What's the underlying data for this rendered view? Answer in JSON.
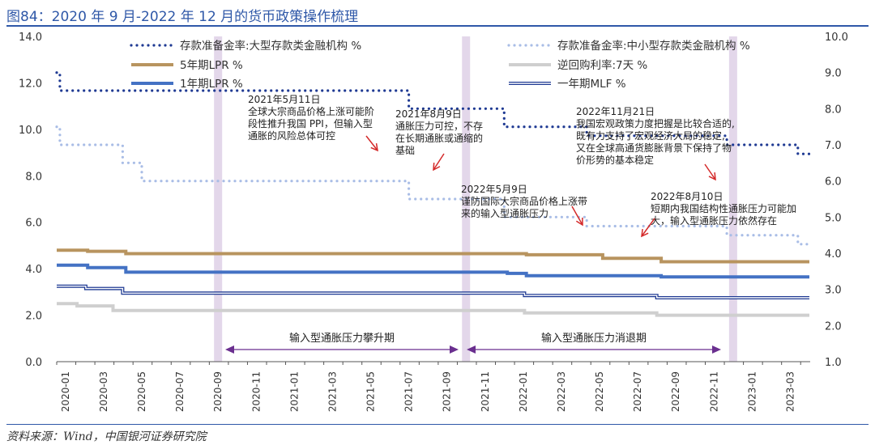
{
  "figure": {
    "title": "图84：2020 年 9 月-2022 年 12 月的货币政策操作梳理",
    "source": "资料来源：Wind，中国银河证券研究院"
  },
  "colors": {
    "rrr_large": "#1f3a93",
    "rrr_small": "#a9bde6",
    "lpr5": "#b8945f",
    "repo7": "#cfcfcf",
    "lpr1": "#4472c4",
    "mlf_outer": "#1f3a93",
    "band": "#e3d7ea",
    "arrow_red": "#d42a2a",
    "arrow_purple": "#6a2f8f",
    "rule": "#2f58a8"
  },
  "chart_data": {
    "type": "line",
    "x_tick_labels": [
      "2020-01",
      "2020-03",
      "2020-05",
      "2020-07",
      "2020-09",
      "2020-11",
      "2021-01",
      "2021-03",
      "2021-05",
      "2021-07",
      "2021-09",
      "2021-11",
      "2022-01",
      "2022-03",
      "2022-05",
      "2022-07",
      "2022-09",
      "2022-11",
      "2023-01",
      "2023-03"
    ],
    "x_range": [
      "2020-01",
      "2023-04"
    ],
    "y_left": {
      "min": 0,
      "max": 14,
      "ticks": [
        "0.0",
        "2.0",
        "4.0",
        "6.0",
        "8.0",
        "10.0",
        "12.0",
        "14.0"
      ]
    },
    "y_right": {
      "min": 1,
      "max": 10,
      "ticks": [
        "1.0",
        "2.0",
        "3.0",
        "4.0",
        "5.0",
        "6.0",
        "7.0",
        "8.0",
        "9.0",
        "10.0"
      ]
    },
    "series": [
      {
        "key": "rrr_large",
        "name": "存款准备金率:大型存款类金融机构 %",
        "axis": "right",
        "style": "dotted",
        "color": "#1f3a93",
        "points": [
          [
            "2020-01-01",
            9.0
          ],
          [
            "2020-01-06",
            8.5
          ],
          [
            "2021-07-15",
            8.0
          ],
          [
            "2021-12-15",
            7.5
          ],
          [
            "2022-04-25",
            7.25
          ],
          [
            "2022-12-05",
            7.0
          ],
          [
            "2023-03-27",
            6.75
          ],
          [
            "2023-04-15",
            6.75
          ]
        ]
      },
      {
        "key": "rrr_small",
        "name": "存款准备金率:中小型存款类金融机构 %",
        "axis": "right",
        "style": "dotted",
        "color": "#a9bde6",
        "points": [
          [
            "2020-01-01",
            7.5
          ],
          [
            "2020-01-06",
            7.0
          ],
          [
            "2020-04-15",
            6.5
          ],
          [
            "2020-05-15",
            6.0
          ],
          [
            "2021-07-15",
            5.5
          ],
          [
            "2021-12-15",
            5.0
          ],
          [
            "2022-04-25",
            4.75
          ],
          [
            "2022-12-05",
            4.5
          ],
          [
            "2023-03-27",
            4.25
          ],
          [
            "2023-04-15",
            4.25
          ]
        ]
      },
      {
        "key": "lpr5",
        "name": "5年期LPR %",
        "axis": "left",
        "style": "solid",
        "color": "#b8945f",
        "points": [
          [
            "2020-01-01",
            4.8
          ],
          [
            "2020-02-20",
            4.75
          ],
          [
            "2020-04-20",
            4.65
          ],
          [
            "2022-01-20",
            4.6
          ],
          [
            "2022-05-20",
            4.45
          ],
          [
            "2022-08-22",
            4.3
          ],
          [
            "2023-04-15",
            4.3
          ]
        ]
      },
      {
        "key": "repo7",
        "name": "逆回购利率:7天 %",
        "axis": "left",
        "style": "solid",
        "color": "#cfcfcf",
        "points": [
          [
            "2020-01-01",
            2.5
          ],
          [
            "2020-02-03",
            2.4
          ],
          [
            "2020-03-30",
            2.2
          ],
          [
            "2022-01-17",
            2.1
          ],
          [
            "2022-08-15",
            2.0
          ],
          [
            "2023-04-15",
            2.0
          ]
        ]
      },
      {
        "key": "lpr1",
        "name": "1年期LPR %",
        "axis": "left",
        "style": "solid",
        "color": "#4472c4",
        "points": [
          [
            "2020-01-01",
            4.15
          ],
          [
            "2020-02-20",
            4.05
          ],
          [
            "2020-04-20",
            3.85
          ],
          [
            "2021-12-20",
            3.8
          ],
          [
            "2022-01-20",
            3.7
          ],
          [
            "2022-08-22",
            3.65
          ],
          [
            "2023-04-15",
            3.65
          ]
        ]
      },
      {
        "key": "mlf",
        "name": "一年期MLF %",
        "axis": "left",
        "style": "double",
        "color": "#1f3a93",
        "points": [
          [
            "2020-01-01",
            3.25
          ],
          [
            "2020-02-17",
            3.15
          ],
          [
            "2020-04-15",
            2.95
          ],
          [
            "2022-01-17",
            2.85
          ],
          [
            "2022-08-15",
            2.75
          ],
          [
            "2023-04-15",
            2.75
          ]
        ]
      }
    ],
    "shaded_bands": [
      "2020-09",
      "2021-10",
      "2022-12"
    ],
    "annotations": [
      {
        "date": "2021-05",
        "text": [
          "2021年5月11日",
          "全球大宗商品价格上涨可能阶",
          "段性推升我国 PPI，但输入型",
          "通胀的风险总体可控"
        ]
      },
      {
        "date": "2021-08",
        "text": [
          "2021年8月9日",
          "通胀压力可控，不存",
          "在长期通胀或通缩的",
          "基础"
        ]
      },
      {
        "date": "2022-05",
        "text": [
          "2022年5月9日",
          "谨防国际大宗商品价格上涨带",
          "来的输入型通胀压力"
        ]
      },
      {
        "date": "2022-08",
        "text": [
          "2022年8月10日",
          "短期内我国结构性通胀压力可能加",
          "大，输入型通胀压力依然存在"
        ]
      },
      {
        "date": "2022-11",
        "text": [
          "2022年11月21日",
          "我国宏观政策力度把握是比较合适的,",
          "既有力支持了宏观经济大局的稳定,",
          "又在全球高通货膨胀背景下保持了物",
          "价形势的基本稳定"
        ]
      }
    ],
    "periods": [
      {
        "from": "2020-09",
        "to": "2021-10",
        "label": "输入型通胀压力攀升期"
      },
      {
        "from": "2021-10",
        "to": "2022-12",
        "label": "输入型通胀压力消退期"
      }
    ],
    "legend_placement": "top"
  }
}
